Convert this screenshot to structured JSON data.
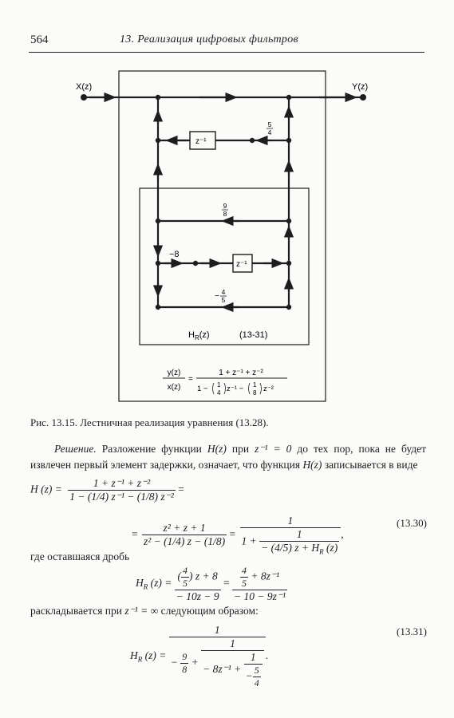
{
  "header": {
    "page_number": "564",
    "running_title": "13. Реализация цифровых фильтров"
  },
  "figure": {
    "input_label": "X(z)",
    "output_label": "Y(z)",
    "delay_label_top": "z⁻¹",
    "delay_label_inner": "z⁻¹",
    "coef_top_num": "5",
    "coef_top_den": "4",
    "coef_upper_num": "9",
    "coef_upper_den": "8",
    "coef_middle": "−8",
    "coef_lower_sign": "−",
    "coef_lower_num": "4",
    "coef_lower_den": "5",
    "inner_label": "H",
    "inner_label_sub": "R",
    "inner_label_arg": "(z)",
    "inner_ref": "(13-31)",
    "tf_lhs_num": "y(z)",
    "tf_lhs_den": "x(z)",
    "tf_rhs_num": "1 + z⁻¹ + z⁻²",
    "tf_rhs_den_a": "1 −",
    "tf_rhs_den_b": "z⁻¹ −",
    "tf_rhs_den_c": "z⁻²",
    "tf_frac1_num": "1",
    "tf_frac1_den": "4",
    "tf_frac2_num": "1",
    "tf_frac2_den": "8"
  },
  "caption": "Рис. 13.15. Лестничная реализация уравнения (13.28).",
  "solution": {
    "lead": "Решение.",
    "text_1": " Разложение функции ",
    "func": "H(z)",
    "text_2": " при ",
    "cond": "z⁻¹ = 0",
    "text_3": " до тех пор, пока не будет извлечен первый элемент задержки, означает, что функция ",
    "func2": "H(z)",
    "text_4": " записывается в виде"
  },
  "eq1": {
    "lhs": "H (z) =",
    "f1_num": "1 + z⁻¹ + z⁻²",
    "f1_den": "1 − (1/4) z⁻¹ − (1/8) z⁻²",
    "eq_sign": "=",
    "f2_num": "z² + z + 1",
    "f2_den": "z² − (1/4) z − (1/8)",
    "eq_sign2": "=",
    "f3_num": "1",
    "f3_den_a": "1 +",
    "f3_inner_num": "1",
    "f3_inner_den": "− (4/5) z + H",
    "f3_inner_sub": "R",
    "f3_inner_arg": " (z)",
    "comma": ",",
    "number": "(13.30)"
  },
  "where_text": "где оставшаяся дробь",
  "eq2": {
    "lhs_h": "H",
    "lhs_sub": "R",
    "lhs_arg": " (z) =",
    "f1_num_a": "4",
    "f1_num_b": "5",
    "f1_num_c": "z + 8",
    "f1_den": "− 10z − 9",
    "eq_sign": "=",
    "f2_num_a": "4",
    "f2_num_b": "5",
    "f2_num_c": "+ 8z⁻¹",
    "f2_den": "− 10 − 9z⁻¹"
  },
  "expand_text_1": "раскладывается при ",
  "expand_cond": "z⁻¹ = ∞",
  "expand_text_2": " следующим образом:",
  "eq3": {
    "lhs_h": "H",
    "lhs_sub": "R",
    "lhs_arg": " (z) =",
    "num_1": "1",
    "den_minus": "−",
    "den_9": "9",
    "den_8": "8",
    "den_plus": "+",
    "num_2": "1",
    "den2_a": "− 8z⁻¹ +",
    "num_3": "1",
    "den3_minus": "−",
    "den3_num": "5",
    "den3_den": "4",
    "period": ".",
    "number": "(13.31)"
  }
}
